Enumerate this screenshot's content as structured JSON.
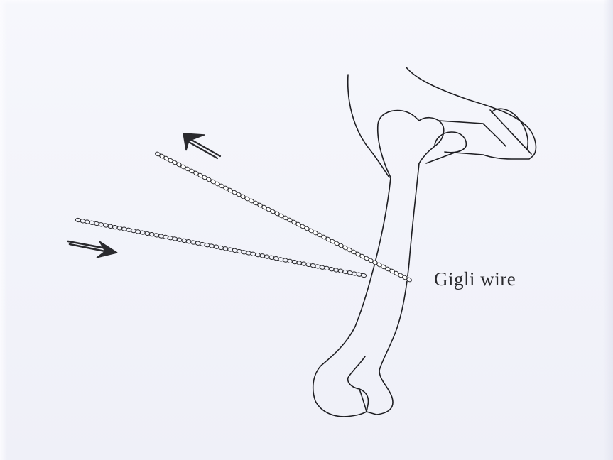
{
  "figure": {
    "label": "Gigli wire",
    "ink_color": "#1e1e22",
    "background_color": "#f2f3fa",
    "arrows": [
      {
        "name": "upper-arrow",
        "direction": "up-left"
      },
      {
        "name": "lower-arrow",
        "direction": "right"
      }
    ]
  }
}
